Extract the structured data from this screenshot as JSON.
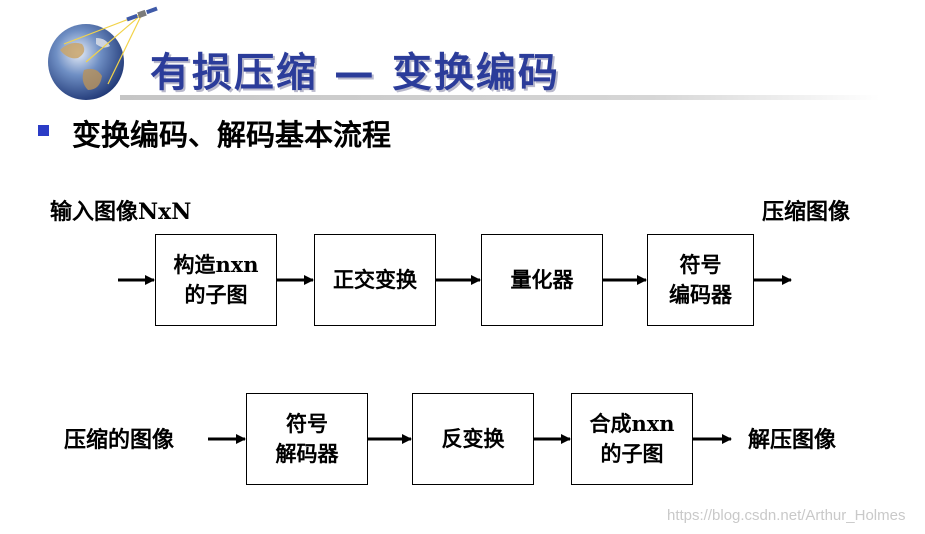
{
  "slide": {
    "title": "有损压缩 — 变换编码",
    "bullet": "变换编码、解码基本流程"
  },
  "encode_flow": {
    "input_label": "输入图像NxN",
    "output_label": "压缩图像",
    "boxes": [
      {
        "line1": "构造nxn",
        "line2": "的子图"
      },
      {
        "line1": "正交变换",
        "line2": ""
      },
      {
        "line1": "量化器",
        "line2": ""
      },
      {
        "line1": "符号",
        "line2": "编码器"
      }
    ]
  },
  "decode_flow": {
    "input_label": "压缩的图像",
    "output_label": "解压图像",
    "boxes": [
      {
        "line1": "符号",
        "line2": "解码器"
      },
      {
        "line1": "反变换",
        "line2": ""
      },
      {
        "line1": "合成nxn",
        "line2": "的子图"
      }
    ]
  },
  "watermark": "https://blog.csdn.net/Arthur_Holmes",
  "colors": {
    "title": "#2b3c9a",
    "bullet": "#2b3cc6",
    "line": "#000000"
  },
  "icons": {
    "logo": "globe-satellite-icon"
  }
}
